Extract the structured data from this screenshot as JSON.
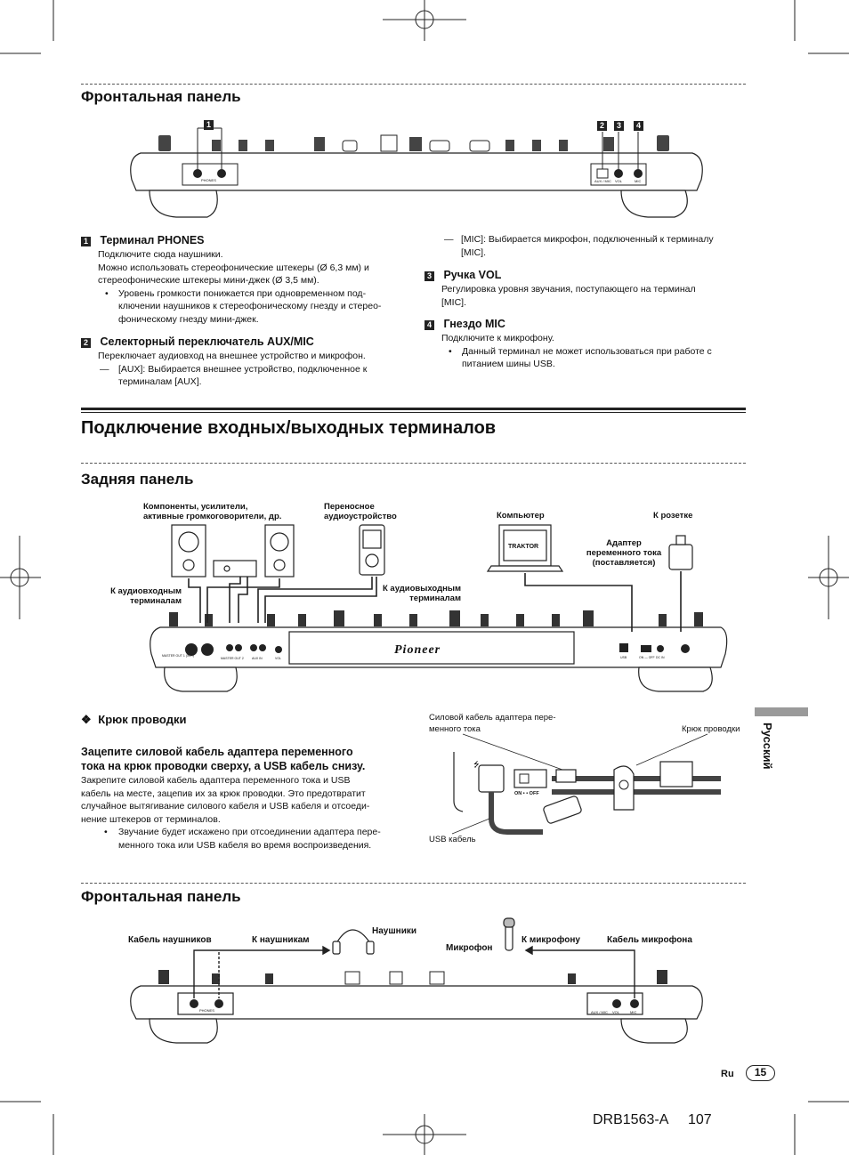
{
  "sections": {
    "front1_title": "Фронтальная панель",
    "main_title": "Подключение входных/выходных терминалов",
    "rear_title": "Задняя панель",
    "front2_title": "Фронтальная панель"
  },
  "front_callouts": [
    "1",
    "2",
    "3",
    "4"
  ],
  "front_panel_labels": {
    "phones": "PHONES",
    "aux_mic": "AUX / MIC",
    "vol": "VOL",
    "mic": "MIC"
  },
  "items": [
    {
      "num": "1",
      "title": "Терминал PHONES",
      "lines": [
        "Подключите сюда наушники.",
        "Можно использовать стереофонические штекеры (Ø 6,3 мм) и",
        "стереофонические штекеры мини-джек (Ø 3,5 мм)."
      ],
      "bullet": [
        "Уровень громкости понижается при одновременном под-",
        "ключении наушников к стереофоническому гнезду и стерео-",
        "фоническому гнезду мини-джек."
      ]
    },
    {
      "num": "2",
      "title": "Селекторный переключатель AUX/MIC",
      "lines": [
        "Переключает аудиовход на внешнее устройство и микрофон."
      ],
      "dash": [
        "[AUX]: Выбирается внешнее устройство, подключенное к",
        "терминалам [AUX]."
      ]
    },
    {
      "num": "3",
      "title": "Ручка VOL",
      "lines": [
        "Регулировка уровня звучания, поступающего на терминал",
        "[MIC]."
      ]
    },
    {
      "num": "4",
      "title": "Гнездо MIC",
      "lines": [
        "Подключите к микрофону."
      ],
      "bullet": [
        "Данный терминал не может использоваться при работе с",
        "питанием шины USB."
      ]
    }
  ],
  "mic_dash": [
    "[MIC]: Выбирается микрофон, подключенный к терминалу",
    "[MIC]."
  ],
  "rear_labels": {
    "components": [
      "Компоненты, усилители,",
      "активные громкоговорители, др."
    ],
    "portable": [
      "Переносное",
      "аудиоустройство"
    ],
    "computer": "Компьютер",
    "outlet": "К розетке",
    "adapter": [
      "Адаптер",
      "переменного тока",
      "(поставляется)"
    ],
    "to_audio_in": [
      "К аудиовходным",
      "терминалам"
    ],
    "to_audio_out": [
      "К аудиовыходным",
      "терминалам"
    ],
    "traktor": "TRAKTOR",
    "brand": "Pioneer",
    "rear_small": [
      "MASTER OUT 1 (XLR)",
      "MASTER OUT 2",
      "AUX IN",
      "VOL",
      "USB",
      "ON — OFF",
      "DC IN"
    ]
  },
  "hook": {
    "title": "Крюк проводки",
    "heading": [
      "Зацепите силовой кабель адаптера переменного",
      "тока на крюк проводки сверху, а USB кабель снизу."
    ],
    "body": [
      "Закрепите силовой кабель адаптера переменного тока и USB",
      "кабель на месте, зацепив их за крюк проводки. Это предотвратит",
      "случайное вытягивание силового кабеля и USB кабеля и отсоеди-",
      "нение штекеров от терминалов."
    ],
    "bullet": [
      "Звучание будет искажено при отсоединении адаптера пере-",
      "менного тока или USB кабеля во время воспроизведения."
    ],
    "diagram_power_cable": [
      "Силовой кабель адаптера пере-",
      "менного тока"
    ],
    "diagram_hook": "Крюк проводки",
    "diagram_usb": "USB кабель",
    "diagram_switch": "ON • • OFF"
  },
  "front2_labels": {
    "headphone_cable": "Кабель наушников",
    "to_headphones": "К наушникам",
    "headphones": "Наушники",
    "microphone": "Микрофон",
    "to_mic": "К микрофону",
    "mic_cable": "Кабель микрофона"
  },
  "side_tab": "Русский",
  "footer": {
    "lang": "Ru",
    "page": "15",
    "doc_code": "DRB1563-A",
    "doc_page": "107"
  },
  "colors": {
    "tab_gray": "#9a9a9a",
    "rule": "#222222"
  }
}
